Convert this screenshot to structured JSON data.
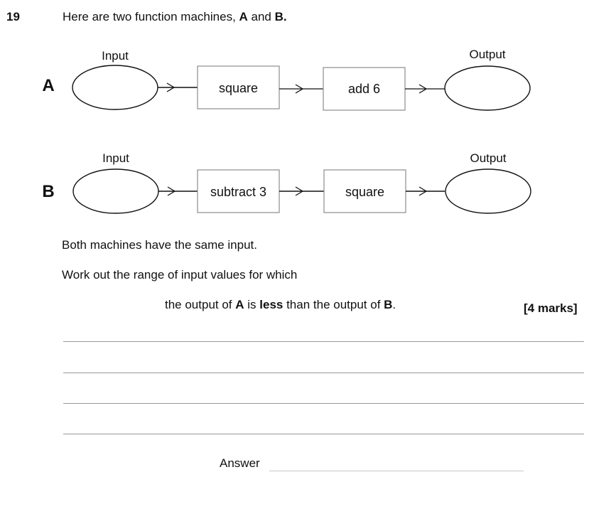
{
  "question": {
    "number": "19",
    "intro": {
      "prefix": "Here are two function machines, ",
      "a": "A",
      "mid": " and ",
      "b": "B."
    }
  },
  "machines": [
    {
      "label": "A",
      "input_label": "Input",
      "output_label": "Output",
      "steps": [
        "square",
        "add 6"
      ]
    },
    {
      "label": "B",
      "input_label": "Input",
      "output_label": "Output",
      "steps": [
        "subtract 3",
        "square"
      ]
    }
  ],
  "text": {
    "same_input": "Both machines have the same input.",
    "work_out": "Work out the range of  input values for which",
    "condition": {
      "p1": "the output of ",
      "a": "A",
      "p2": " is ",
      "less": "less",
      "p3": " than the output of ",
      "b": "B",
      "p4": "."
    },
    "marks": "[4 marks]"
  },
  "working_lines": 4,
  "answer": {
    "label": "Answer",
    "value": ""
  }
}
